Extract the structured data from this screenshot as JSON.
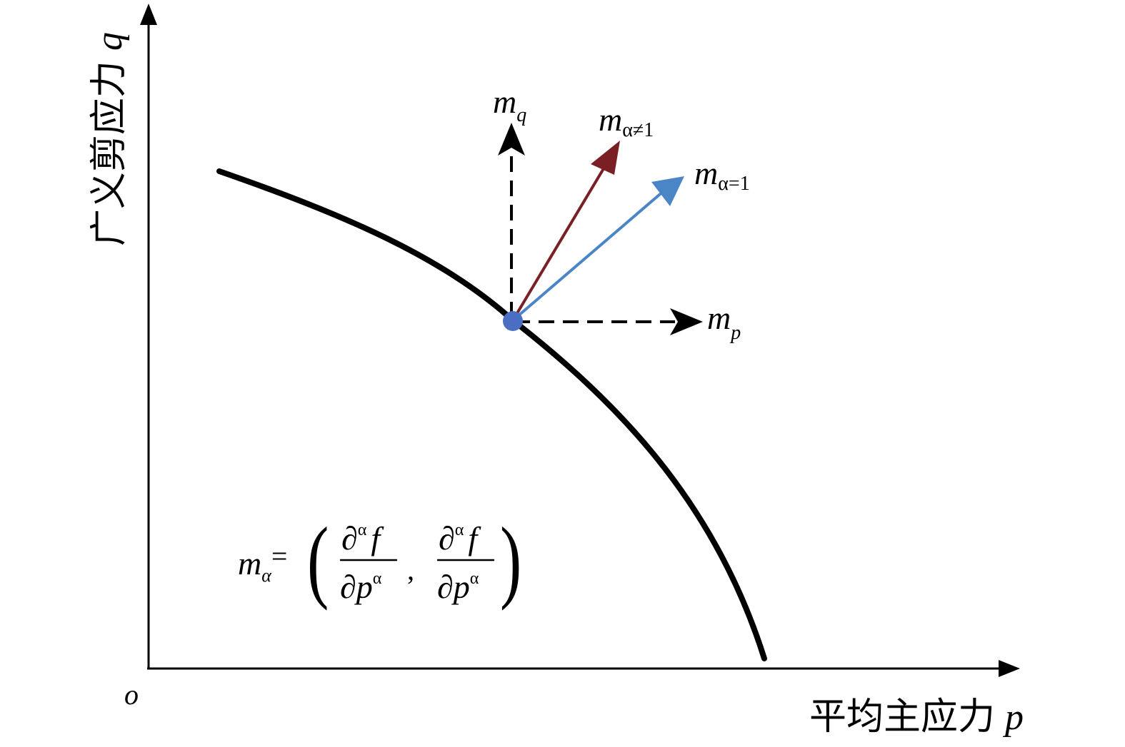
{
  "axes": {
    "origin_label": "o",
    "x_axis_label": "平均主应力",
    "x_axis_symbol": "p",
    "y_axis_label": "广义剪应力",
    "y_axis_symbol": "q"
  },
  "vectors": {
    "m_q": {
      "base": "m",
      "sub": "q"
    },
    "m_alpha_ne_1": {
      "base": "m",
      "sub": "α≠1",
      "color": "#7a1f24"
    },
    "m_alpha_eq_1": {
      "base": "m",
      "sub": "α=1",
      "color": "#4a86c5"
    },
    "m_p": {
      "base": "m",
      "sub": "p"
    }
  },
  "point": {
    "color": "#4a6fc2"
  },
  "formula": {
    "lhs_base": "m",
    "lhs_sub": "α",
    "equals": "=",
    "open_paren": "(",
    "close_paren": ")",
    "frac1_num_op": "∂",
    "frac1_num_sup": "α",
    "frac1_num_var": "f",
    "frac1_den_op": "∂",
    "frac1_den_var": "p",
    "frac1_den_sup": "α",
    "comma": ",",
    "frac2_num_op": "∂",
    "frac2_num_sup": "α",
    "frac2_num_var": "f",
    "frac2_den_op": "∂",
    "frac2_den_var": "p",
    "frac2_den_sup": "α"
  }
}
